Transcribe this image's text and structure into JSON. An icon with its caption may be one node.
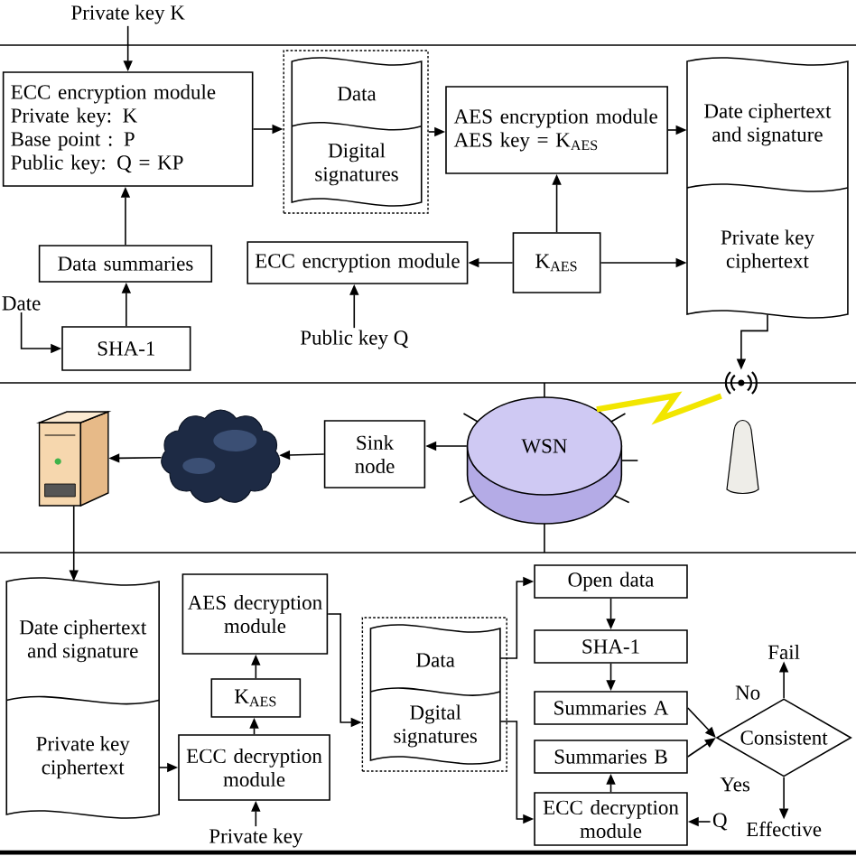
{
  "diagram": {
    "nodes": [
      {
        "text": [
          "Private key K"
        ]
      },
      {
        "text": [
          "ECC encryption module",
          "Private key: K",
          "Base point : P",
          "Public key: Q = KP"
        ]
      },
      {
        "text": [],
        "shape": "box"
      },
      {
        "text": [
          "Data",
          "Digital signatures"
        ],
        "in": 2
      },
      {
        "text": [
          "AES encryption module",
          "AES key = K$_{AES}$"
        ]
      },
      {
        "text": [
          "Date ciphertext and signature",
          "Private key ciphertext"
        ]
      },
      {
        "text": [
          "Data summaries"
        ]
      },
      {
        "text": [
          "ECC encryption module"
        ]
      },
      {
        "text": [
          "K$_{AES}$"
        ]
      },
      {
        "text": [
          "Date"
        ]
      },
      {
        "text": [
          "SHA-1"
        ]
      },
      {
        "text": [
          "Public key Q"
        ]
      },
      {
        "text": [],
        "shape": "computer"
      },
      {
        "text": [],
        "shape": "cloud"
      },
      {
        "text": [
          "Sink node"
        ]
      },
      {
        "text": [
          "WSN"
        ]
      },
      {
        "text": [],
        "shape": "antenna"
      },
      {
        "text": [
          "Date ciphertext and signature",
          "Private key ciphertext"
        ]
      },
      {
        "text": [
          "AES decryption module"
        ]
      },
      {
        "text": [
          "K$_{AES}$"
        ]
      },
      {
        "text": [
          "ECC decryption module"
        ]
      },
      {
        "text": [
          "Private key"
        ]
      },
      {
        "text": [],
        "shape": "box"
      },
      {
        "text": [
          "Data",
          "Dgital signatures"
        ],
        "in": 22
      },
      {
        "text": [
          "Open data"
        ]
      },
      {
        "text": [
          "SHA-1"
        ]
      },
      {
        "text": [
          "Summaries A"
        ]
      },
      {
        "text": [
          "Summaries B"
        ]
      },
      {
        "text": [
          "ECC decryption module"
        ]
      },
      {
        "text": [
          "Q"
        ]
      },
      {
        "text": [
          "Consistent"
        ]
      },
      {
        "text": [
          "Fail"
        ]
      },
      {
        "text": [
          "Effective"
        ]
      }
    ],
    "edges": [
      {
        "from": 0,
        "to": 1,
        "arrow": "to"
      },
      {
        "from": 1,
        "to": 2,
        "arrow": "to"
      },
      {
        "from": 2,
        "to": 4,
        "arrow": "to"
      },
      {
        "from": 4,
        "to": 5,
        "arrow": "to"
      },
      {
        "from": 8,
        "to": 4,
        "arrow": "to"
      },
      {
        "from": 8,
        "to": 7,
        "arrow": "to"
      },
      {
        "from": 8,
        "to": 5,
        "arrow": "to"
      },
      {
        "from": 11,
        "to": 7,
        "arrow": "to"
      },
      {
        "from": 6,
        "to": 1,
        "arrow": "to"
      },
      {
        "from": 10,
        "to": 6,
        "arrow": "to"
      },
      {
        "from": 9,
        "to": 10,
        "arrow": "to"
      },
      {
        "from": 5,
        "to": 16,
        "arrow": "to"
      },
      {
        "from": 16,
        "to": 15,
        "arrow": "none",
        "style": "thick",
        "color": "#f2e600"
      },
      {
        "from": 15,
        "to": 14,
        "arrow": "to"
      },
      {
        "from": 14,
        "to": 13,
        "arrow": "to"
      },
      {
        "from": 13,
        "to": 12,
        "arrow": "to"
      },
      {
        "from": 12,
        "to": 17,
        "arrow": "to"
      },
      {
        "from": 17,
        "to": 20,
        "arrow": "to"
      },
      {
        "from": 21,
        "to": 20,
        "arrow": "to"
      },
      {
        "from": 20,
        "to": 19,
        "arrow": "to"
      },
      {
        "from": 19,
        "to": 18,
        "arrow": "to"
      },
      {
        "from": 18,
        "to": 22,
        "arrow": "to"
      },
      {
        "from": 23,
        "to": 24,
        "arrow": "to"
      },
      {
        "from": 23,
        "to": 28,
        "arrow": "to"
      },
      {
        "from": 24,
        "to": 25,
        "arrow": "to"
      },
      {
        "from": 25,
        "to": 26,
        "arrow": "to"
      },
      {
        "from": 28,
        "to": 27,
        "arrow": "to"
      },
      {
        "from": 29,
        "to": 28,
        "arrow": "to"
      },
      {
        "from": 26,
        "to": 30,
        "arrow": "to"
      },
      {
        "from": 27,
        "to": 30,
        "arrow": "to"
      },
      {
        "from": 30,
        "to": 31,
        "arrow": "to",
        "label": "No"
      },
      {
        "from": 30,
        "to": 32,
        "arrow": "to",
        "label": "Yes"
      }
    ]
  }
}
